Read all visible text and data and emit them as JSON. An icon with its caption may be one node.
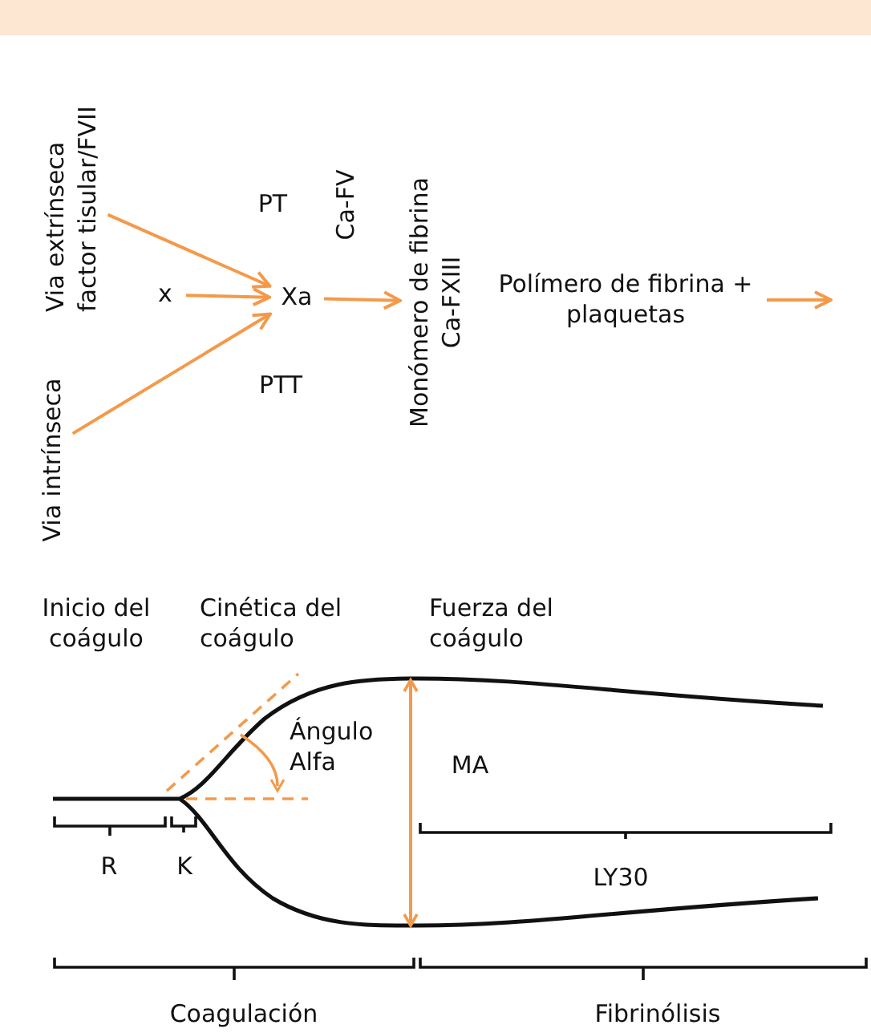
{
  "diagram": {
    "nodes": [
      {
        "text": [
          "Via extrínseca factor tisular/FVII"
        ]
      },
      {
        "text": [
          "Via intrínseca"
        ]
      },
      {
        "text": [
          "x"
        ]
      },
      {
        "text": [
          "Xa"
        ]
      },
      {
        "text": [
          "Monómero de fibrina",
          "Ca-FXIII"
        ]
      },
      {
        "text": [
          "Polímero de fibrina + plaquetas"
        ]
      }
    ],
    "edges": [
      {
        "from": 0,
        "to": 3,
        "arrow": "to"
      },
      {
        "from": 2,
        "to": 3,
        "arrow": "to"
      },
      {
        "from": 1,
        "to": 3,
        "arrow": "to"
      },
      {
        "from": 3,
        "to": 4,
        "arrow": "to",
        "label": "Ca-FV"
      },
      {
        "from": 5,
        "to": null,
        "arrow": "to"
      }
    ],
    "labels": [
      "PT",
      "PTT",
      "Inicio del coágulo",
      "Cinética del coágulo",
      "Fuerza del coágulo",
      "Ángulo Alfa",
      "MA",
      "R",
      "K",
      "LY30",
      "Coagulación",
      "Fibrinólisis"
    ]
  }
}
